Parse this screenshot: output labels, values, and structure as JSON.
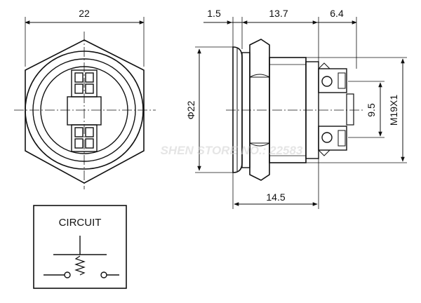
{
  "front_view": {
    "width_dim": "22"
  },
  "side_view": {
    "dim_flange": "1.5",
    "dim_body": "13.7",
    "dim_terminal": "6.4",
    "dim_diameter": "Φ22",
    "dim_terminal_spacing": "9.5",
    "dim_thread": "M19X1",
    "dim_total": "14.5"
  },
  "circuit": {
    "title": "CIRCUIT"
  },
  "watermark": {
    "text": "SHEN STORE NO.: 22583"
  },
  "colors": {
    "line": "#111111",
    "background": "#ffffff",
    "watermark": "#d0d0d0"
  }
}
